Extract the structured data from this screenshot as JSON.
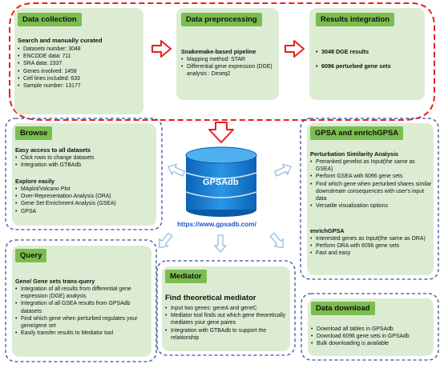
{
  "data_collection": {
    "title": "Data collection",
    "subtitle": "Search and manually curated",
    "items": [
      "Datasets number: 3048",
      "ENCODE data: 711",
      "SRA data: 2337",
      "Genes involved: 1458",
      "Cell lines  included: 633",
      "Sample number: 13177"
    ]
  },
  "data_preprocessing": {
    "title": "Data preprocessing",
    "subtitle": "Snakemake-based pipeline",
    "items": [
      "Mapping method: STAR",
      "Differential gene expression (DGE) analysis : Deseq2"
    ]
  },
  "results_integration": {
    "title": "Results integration",
    "items": [
      "3048 DGE results",
      "6096 perturbed gene sets"
    ]
  },
  "browse": {
    "title": "Browse",
    "sub1": "Easy access to all datasets",
    "items1": [
      "Click rows to change datasets",
      "Integration with GTBAdb"
    ],
    "sub2": "Explore easily",
    "items2": [
      "MAplot/Volcano Plot",
      "Over-Representation Analysis (ORA)",
      "Gene Set Enrichment Analysis (GSEA)",
      "GPSA"
    ]
  },
  "gpsa": {
    "title": "GPSA and enrichGPSA",
    "sub1": "Perturbation Similarity Analysis",
    "items1": [
      "Preranked genelist as Input(the same as GSEA)",
      "Perform GSEA with 6096 gene sets",
      "Find which gene when perturbed shares similar downstream consequences with user's input data",
      "Versatile visualization options"
    ],
    "sub2": "enrichGPSA",
    "items2": [
      "Interested genes as Input(the same as ORA)",
      "Perform ORA with 6096 gene sets",
      "Fast and easy"
    ]
  },
  "center": {
    "db_label": "GPSAdb",
    "url": "https://www.gpsadb.com/"
  },
  "query": {
    "title": "Query",
    "subtitle": "Gene/ Gene sets trans-query",
    "items": [
      "Integration of all results from differential gene expression (DGE) analysis",
      "Integration of all GSEA results from GPSAdb datasets",
      "Find which gene when  perturbed regulates your gene/gene set",
      "Easily transfer results to Mediator tool"
    ]
  },
  "mediator": {
    "title": "Mediator",
    "subtitle": "Find  theoretical mediator",
    "items": [
      "Input two genes: geneA and geneC",
      "Mediator tool finds out which gene theoretically mediates your gene paires",
      "Integration with GTBAdb to support the relationship"
    ]
  },
  "download": {
    "title": "Data download",
    "items": [
      "Download all tables in GPSAdb",
      "Download 6096 gene sets in GPSAdb",
      "Bulk downloading is available"
    ]
  },
  "colors": {
    "box_fill": "#dcecd3",
    "header_fill": "#7bbd4f",
    "red_dash": "#e8201e",
    "blue_dash": "#3b4ea3",
    "arrow_outline": "#9cc0e2",
    "db_blue": "#1a7fd0",
    "url_blue": "#1f57c3"
  }
}
